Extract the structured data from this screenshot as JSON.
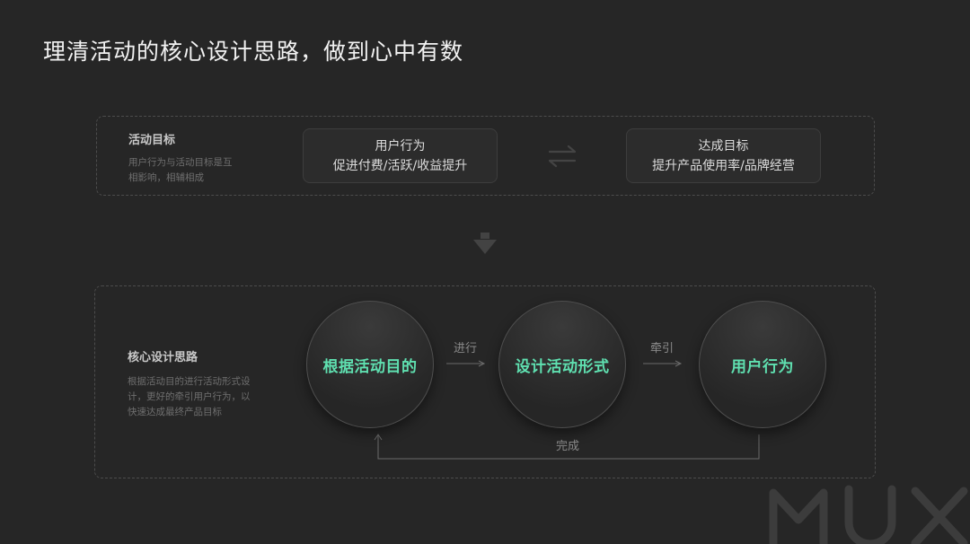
{
  "title": "理清活动的核心设计思路，做到心中有数",
  "goal_panel": {
    "heading": "活动目标",
    "description_line1": "用户行为与活动目标是互",
    "description_line2": "相影响，相辅相成",
    "card_user": {
      "line1": "用户行为",
      "line2": "促进付费/活跃/收益提升"
    },
    "card_goal": {
      "line1": "达成目标",
      "line2": "提升产品使用率/品牌经营"
    }
  },
  "core_panel": {
    "heading": "核心设计思路",
    "description_line1": "根据活动目的进行活动形式设",
    "description_line2": "计，更好的牵引用户行为，以",
    "description_line3": "快速达成最终产品目标",
    "nodes": [
      "根据活动目的",
      "设计活动形式",
      "用户行为"
    ],
    "edge_labels": [
      "进行",
      "牵引"
    ],
    "feedback_label": "完成"
  },
  "watermark": "MUX",
  "colors": {
    "background": "#262626",
    "accent": "#5fe0b0",
    "dashed_border": "#4c4c4c",
    "muted_text": "#6f6f6f"
  }
}
